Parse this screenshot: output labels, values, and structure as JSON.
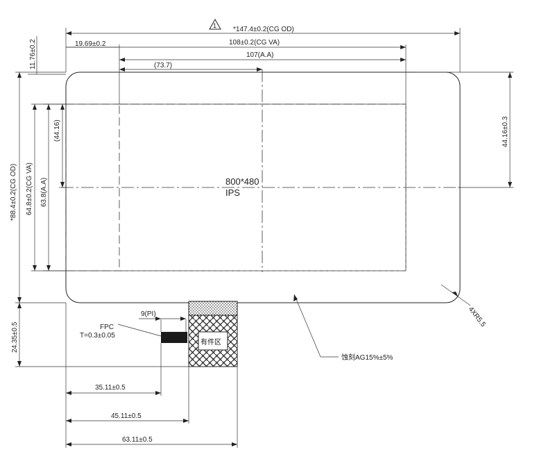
{
  "dimensions": {
    "cg_od_width": "*147.4±0.2(CG OD)",
    "cg_va_width": "108±0.2(CG VA)",
    "aa_width": "107(A.A)",
    "left_offset": "19.69±0.2",
    "center_offset": "(73.7)",
    "top_offset": "11.76±0.2",
    "cg_od_height": "*88.4±0.2(CG OD)",
    "cg_va_height": "64.8±0.2(CG VA)",
    "aa_height": "63.8(A.A)",
    "half_height_inner": "(44.16)",
    "half_height_right": "44.16±0.3",
    "fpc_height": "24.35±0.5",
    "pi_width": "9(PI)",
    "fpc_offset_1": "35.11±0.5",
    "fpc_offset_2": "45.11±0.5",
    "fpc_offset_3": "63.11±0.5",
    "corner_radius": "4XR5.5",
    "triangle_mark": "1"
  },
  "labels": {
    "resolution": "800*480",
    "panel_type": "IPS",
    "fpc": "FPC",
    "fpc_thickness": "T=0.3±0.05",
    "component_area": "有件区",
    "etching": "蚀刻AG15%±5%"
  },
  "colors": {
    "line": "#222222",
    "fpc_hatch": "#333333",
    "fpc_block": "#1a1a1a"
  }
}
